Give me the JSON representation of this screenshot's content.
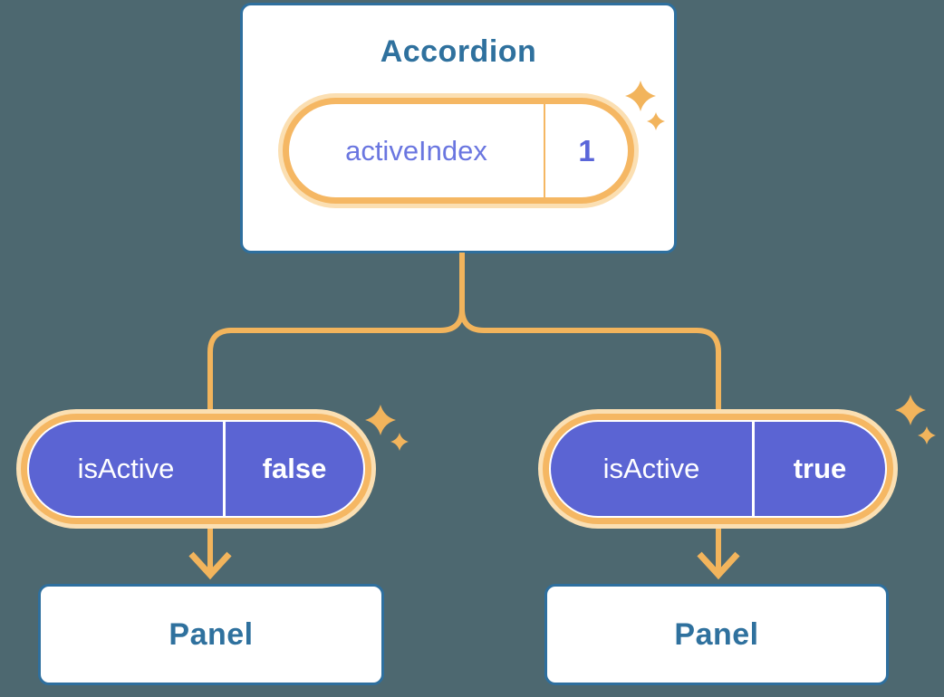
{
  "diagram": {
    "root": {
      "title": "Accordion",
      "prop": {
        "name": "activeIndex",
        "value": "1"
      }
    },
    "left_child": {
      "prop": {
        "name": "isActive",
        "value": "false"
      },
      "panel_label": "Panel"
    },
    "right_child": {
      "prop": {
        "name": "isActive",
        "value": "true"
      },
      "panel_label": "Panel"
    }
  },
  "colors": {
    "background": "#4D6870",
    "card_border": "#2E6F9E",
    "heading_text": "#2F719E",
    "pill_fill": "#5B64D3",
    "pill_ring": "#F5B763",
    "pill_halo": "#FBDFB2",
    "connector": "#F2B45C",
    "prop_text": "#6A76E0",
    "value_text": "#5A66D9",
    "pill_text": "#FFFFFF"
  }
}
